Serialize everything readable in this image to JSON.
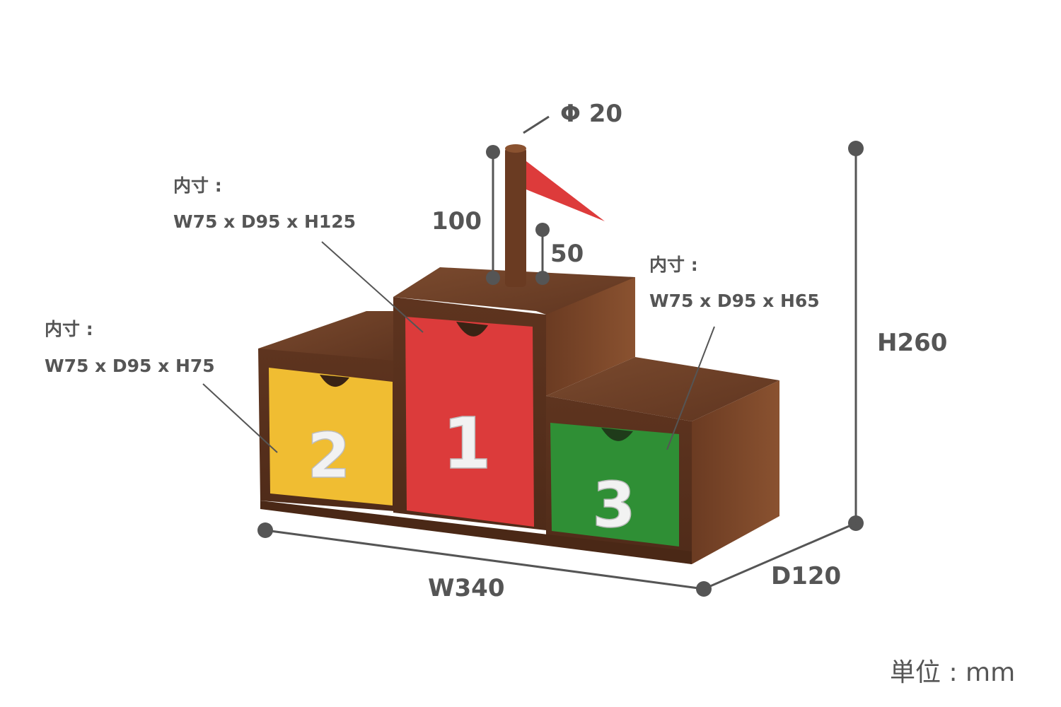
{
  "dimensions": {
    "pole_diameter": "Φ 20",
    "pole_height": "100",
    "flag_height": "50",
    "total_height": "H260",
    "width": "W340",
    "depth": "D120"
  },
  "drawers": [
    {
      "number": "1",
      "color": "#dc3b3b",
      "inner_label": "内寸 :",
      "inner_size": "W75 x D95 x H125"
    },
    {
      "number": "2",
      "color": "#f0bd32",
      "inner_label": "内寸 :",
      "inner_size": "W75 x D95 x H75"
    },
    {
      "number": "3",
      "color": "#2f8f35",
      "inner_label": "内寸 :",
      "inner_size": "W75 x D95 x H65"
    }
  ],
  "flag_color": "#dd3b3b",
  "wood_color": "#6a3b22",
  "unit_label": "単位 : mm"
}
